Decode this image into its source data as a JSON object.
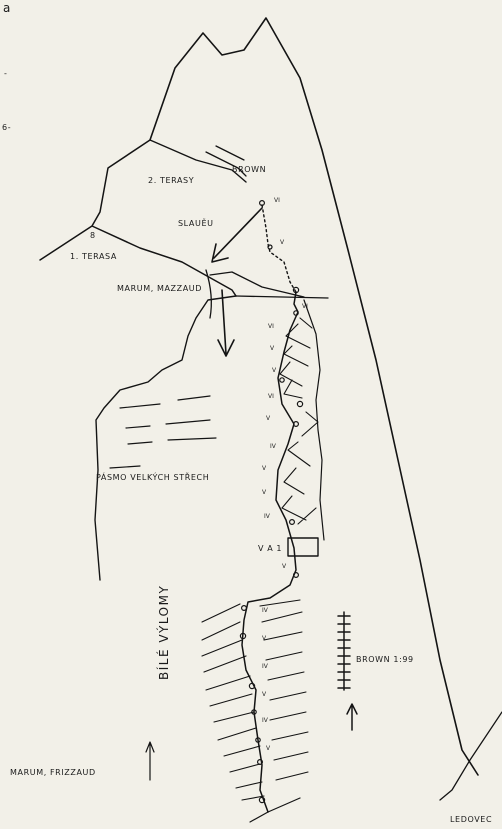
{
  "labels": {
    "top_letter": "a",
    "terasy2": "2. TERASY",
    "brown_top": "BROWN",
    "terasa1": "1. TERASA",
    "terasa_number": "8",
    "slaneu": "SLAUĚU",
    "marum_mazzaud": "MARUM, MAZZAUD",
    "pasmo": "PÁSMO VELKÝCH STŘECH",
    "va": "V A 1",
    "bile_vylomy": "BÍLÉ VÝLOMY",
    "brown_side": "BROWN 1:99",
    "marum_frizzaud": "MARUM, FRIZZAUD",
    "bottom_right": "LEDOVEC",
    "margin_top": "6-",
    "margin_dash": "-"
  },
  "pitch_marks": [
    "VI",
    "V",
    "VI",
    "VI",
    "V",
    "V",
    "VI",
    "V",
    "IV",
    "V",
    "V",
    "IV",
    "V",
    "IV",
    "V",
    "IV",
    "V",
    "IV",
    "V"
  ]
}
